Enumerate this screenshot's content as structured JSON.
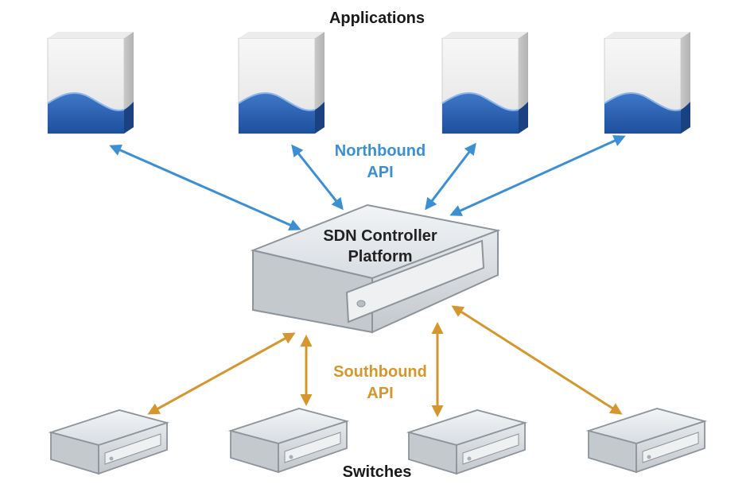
{
  "labels": {
    "applications": "Applications",
    "northbound_line1": "Northbound",
    "northbound_line2": "API",
    "controller_line1": "SDN Controller",
    "controller_line2": "Platform",
    "southbound_line1": "Southbound",
    "southbound_line2": "API",
    "switches": "Switches"
  },
  "colors": {
    "northbound": "#3b8fd4",
    "southbound": "#d4962d",
    "app_wave": "#2a5fae"
  },
  "nodes": {
    "applications": [
      "application",
      "application",
      "application",
      "application"
    ],
    "controller": "sdn-controller",
    "switches": [
      "switch",
      "switch",
      "switch",
      "switch"
    ]
  }
}
